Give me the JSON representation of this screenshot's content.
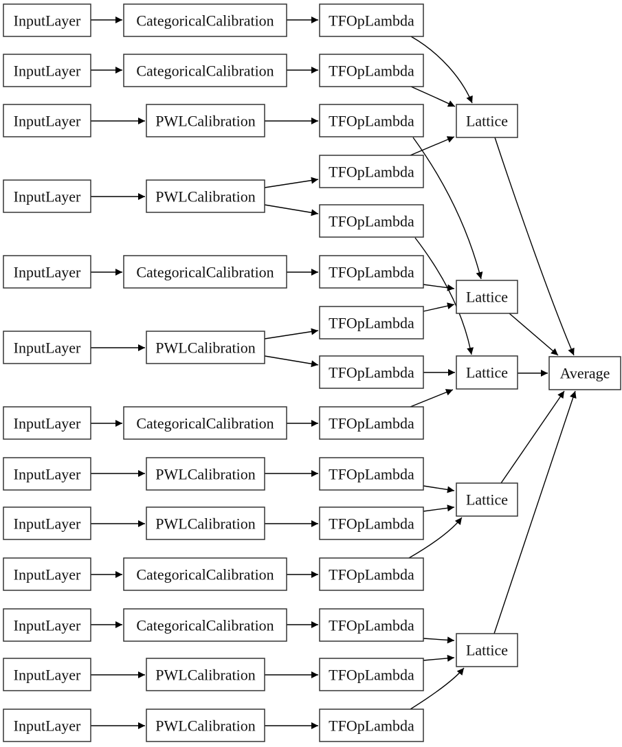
{
  "diagram": {
    "kind": "keras-model-graph",
    "colors": {
      "background": "#ffffff",
      "node_fill": "#ffffff",
      "node_border": "#343434",
      "text": "#101010",
      "edge": "#000000"
    },
    "node_labels": {
      "input_layer": "InputLayer",
      "categorical_calibration": "CategoricalCalibration",
      "pwl_calibration": "PWLCalibration",
      "tf_op_lambda": "TFOpLambda",
      "lattice": "Lattice",
      "average": "Average"
    },
    "graph": {
      "nodes": [
        {
          "id": "input-1",
          "label": "InputLayer"
        },
        {
          "id": "input-2",
          "label": "InputLayer"
        },
        {
          "id": "input-3",
          "label": "InputLayer"
        },
        {
          "id": "input-4",
          "label": "InputLayer"
        },
        {
          "id": "input-5",
          "label": "InputLayer"
        },
        {
          "id": "input-6",
          "label": "InputLayer"
        },
        {
          "id": "input-7",
          "label": "InputLayer"
        },
        {
          "id": "input-8",
          "label": "InputLayer"
        },
        {
          "id": "input-9",
          "label": "InputLayer"
        },
        {
          "id": "input-10",
          "label": "InputLayer"
        },
        {
          "id": "input-11",
          "label": "InputLayer"
        },
        {
          "id": "input-12",
          "label": "InputLayer"
        },
        {
          "id": "input-13",
          "label": "InputLayer"
        },
        {
          "id": "calib-1",
          "label": "CategoricalCalibration"
        },
        {
          "id": "calib-2",
          "label": "CategoricalCalibration"
        },
        {
          "id": "calib-3",
          "label": "PWLCalibration"
        },
        {
          "id": "calib-4",
          "label": "PWLCalibration"
        },
        {
          "id": "calib-5",
          "label": "CategoricalCalibration"
        },
        {
          "id": "calib-6",
          "label": "PWLCalibration"
        },
        {
          "id": "calib-7",
          "label": "CategoricalCalibration"
        },
        {
          "id": "calib-8",
          "label": "PWLCalibration"
        },
        {
          "id": "calib-9",
          "label": "PWLCalibration"
        },
        {
          "id": "calib-10",
          "label": "CategoricalCalibration"
        },
        {
          "id": "calib-11",
          "label": "CategoricalCalibration"
        },
        {
          "id": "calib-12",
          "label": "PWLCalibration"
        },
        {
          "id": "calib-13",
          "label": "PWLCalibration"
        },
        {
          "id": "lambda-1",
          "label": "TFOpLambda"
        },
        {
          "id": "lambda-2",
          "label": "TFOpLambda"
        },
        {
          "id": "lambda-3",
          "label": "TFOpLambda"
        },
        {
          "id": "lambda-4",
          "label": "TFOpLambda"
        },
        {
          "id": "lambda-5",
          "label": "TFOpLambda"
        },
        {
          "id": "lambda-6",
          "label": "TFOpLambda"
        },
        {
          "id": "lambda-7",
          "label": "TFOpLambda"
        },
        {
          "id": "lambda-8",
          "label": "TFOpLambda"
        },
        {
          "id": "lambda-9",
          "label": "TFOpLambda"
        },
        {
          "id": "lambda-10",
          "label": "TFOpLambda"
        },
        {
          "id": "lambda-11",
          "label": "TFOpLambda"
        },
        {
          "id": "lambda-12",
          "label": "TFOpLambda"
        },
        {
          "id": "lambda-13",
          "label": "TFOpLambda"
        },
        {
          "id": "lambda-14",
          "label": "TFOpLambda"
        },
        {
          "id": "lambda-15",
          "label": "TFOpLambda"
        },
        {
          "id": "lattice-1",
          "label": "Lattice"
        },
        {
          "id": "lattice-2",
          "label": "Lattice"
        },
        {
          "id": "lattice-3",
          "label": "Lattice"
        },
        {
          "id": "lattice-4",
          "label": "Lattice"
        },
        {
          "id": "lattice-5",
          "label": "Lattice"
        },
        {
          "id": "average",
          "label": "Average"
        }
      ],
      "edges": [
        [
          "input-1",
          "calib-1"
        ],
        [
          "input-2",
          "calib-2"
        ],
        [
          "input-3",
          "calib-3"
        ],
        [
          "input-4",
          "calib-4"
        ],
        [
          "input-5",
          "calib-5"
        ],
        [
          "input-6",
          "calib-6"
        ],
        [
          "input-7",
          "calib-7"
        ],
        [
          "input-8",
          "calib-8"
        ],
        [
          "input-9",
          "calib-9"
        ],
        [
          "input-10",
          "calib-10"
        ],
        [
          "input-11",
          "calib-11"
        ],
        [
          "input-12",
          "calib-12"
        ],
        [
          "input-13",
          "calib-13"
        ],
        [
          "calib-1",
          "lambda-1"
        ],
        [
          "calib-2",
          "lambda-2"
        ],
        [
          "calib-3",
          "lambda-3"
        ],
        [
          "calib-4",
          "lambda-4"
        ],
        [
          "calib-4",
          "lambda-5"
        ],
        [
          "calib-5",
          "lambda-6"
        ],
        [
          "calib-6",
          "lambda-7"
        ],
        [
          "calib-6",
          "lambda-8"
        ],
        [
          "calib-7",
          "lambda-9"
        ],
        [
          "calib-8",
          "lambda-10"
        ],
        [
          "calib-9",
          "lambda-11"
        ],
        [
          "calib-10",
          "lambda-12"
        ],
        [
          "calib-11",
          "lambda-13"
        ],
        [
          "calib-12",
          "lambda-14"
        ],
        [
          "calib-13",
          "lambda-15"
        ],
        [
          "lambda-1",
          "lattice-1"
        ],
        [
          "lambda-2",
          "lattice-1"
        ],
        [
          "lambda-4",
          "lattice-1"
        ],
        [
          "lambda-3",
          "lattice-2"
        ],
        [
          "lambda-6",
          "lattice-2"
        ],
        [
          "lambda-7",
          "lattice-2"
        ],
        [
          "lambda-5",
          "lattice-3"
        ],
        [
          "lambda-8",
          "lattice-3"
        ],
        [
          "lambda-9",
          "lattice-3"
        ],
        [
          "lambda-10",
          "lattice-4"
        ],
        [
          "lambda-11",
          "lattice-4"
        ],
        [
          "lambda-12",
          "lattice-4"
        ],
        [
          "lambda-13",
          "lattice-5"
        ],
        [
          "lambda-14",
          "lattice-5"
        ],
        [
          "lambda-15",
          "lattice-5"
        ],
        [
          "lattice-1",
          "average"
        ],
        [
          "lattice-2",
          "average"
        ],
        [
          "lattice-3",
          "average"
        ],
        [
          "lattice-4",
          "average"
        ],
        [
          "lattice-5",
          "average"
        ]
      ]
    }
  }
}
